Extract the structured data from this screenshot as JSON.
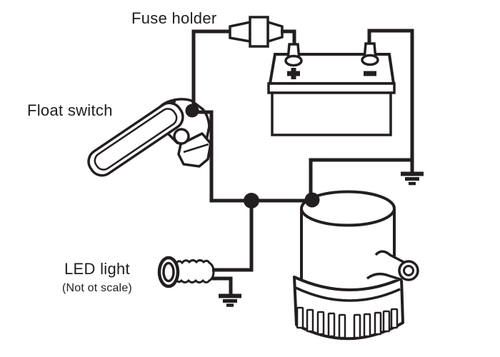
{
  "labels": {
    "fuse_holder": "Fuse holder",
    "float_switch": "Float switch",
    "led_light": "LED light",
    "led_note": "(Not ot scale)"
  },
  "battery_marks": {
    "positive": "+",
    "negative": "-"
  },
  "icons": {
    "fuse": "inline-fuse-icon",
    "battery": "battery-icon",
    "battery_positive": "plus-mark-icon",
    "battery_negative": "minus-mark-icon",
    "float_switch": "float-switch-icon",
    "led": "led-light-icon",
    "pump": "bilge-pump-icon",
    "ground": "ground-symbol-icon",
    "junction": "wire-junction-dot"
  },
  "colors": {
    "line": "#231f20",
    "background": "#ffffff"
  }
}
